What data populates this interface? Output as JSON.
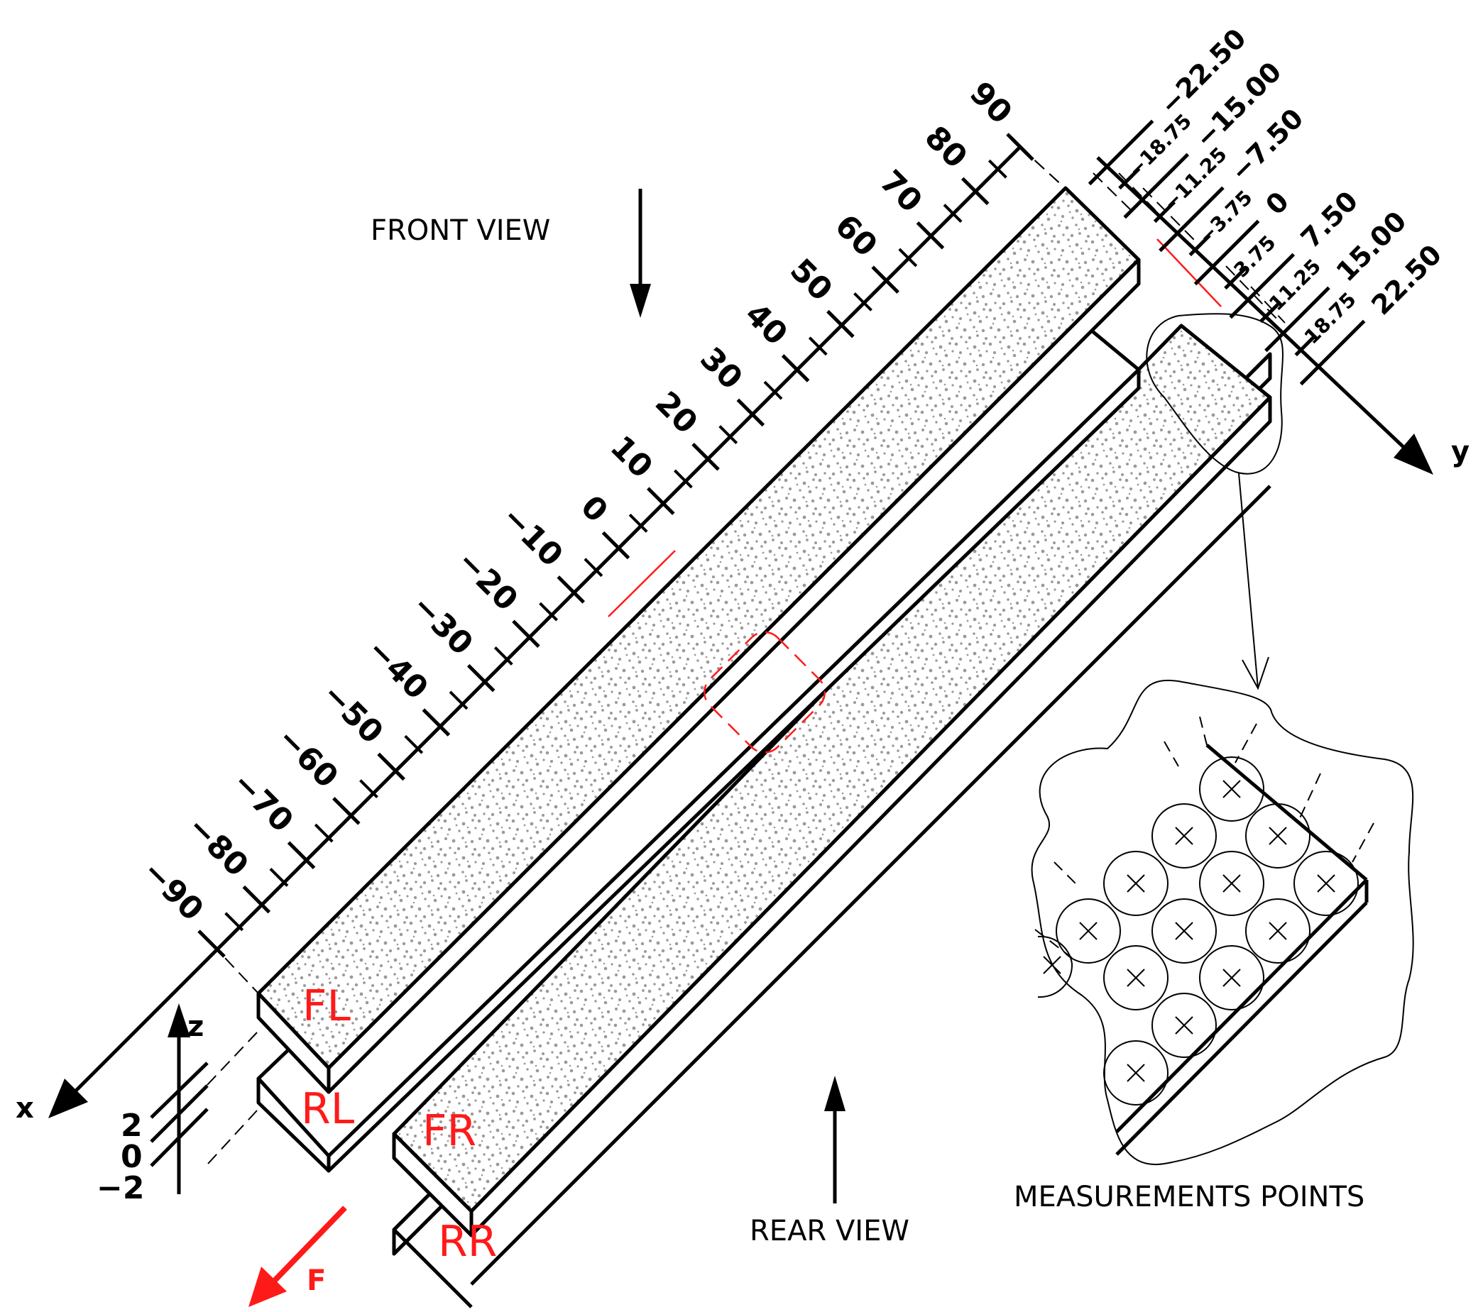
{
  "views": {
    "front": "FRONT VIEW",
    "rear": "REAR VIEW"
  },
  "detail_title": "MEASUREMENTS POINTS",
  "axes": {
    "x": "x",
    "y": "y",
    "z": "z",
    "force": "F"
  },
  "z_ticks": [
    "2",
    "0",
    "−2"
  ],
  "x_ticks": [
    "−90",
    "−80",
    "−70",
    "−60",
    "−50",
    "−40",
    "−30",
    "−20",
    "−10",
    "0",
    "10",
    "20",
    "30",
    "40",
    "50",
    "60",
    "70",
    "80",
    "90"
  ],
  "y_ticks_major": [
    "−22.50",
    "−15.00",
    "−7.50",
    "0",
    "7.50",
    "15.00",
    "22.50"
  ],
  "y_ticks_minor": [
    "−18.75",
    "−11.25",
    "−3.75",
    "3.75",
    "11.25",
    "18.75"
  ],
  "plates": {
    "fl": "FL",
    "rl": "RL",
    "fr": "FR",
    "rr": "RR"
  },
  "colors": {
    "line": "#000000",
    "accent": "#ff1a1a",
    "stipple": "#9a9a9a"
  }
}
